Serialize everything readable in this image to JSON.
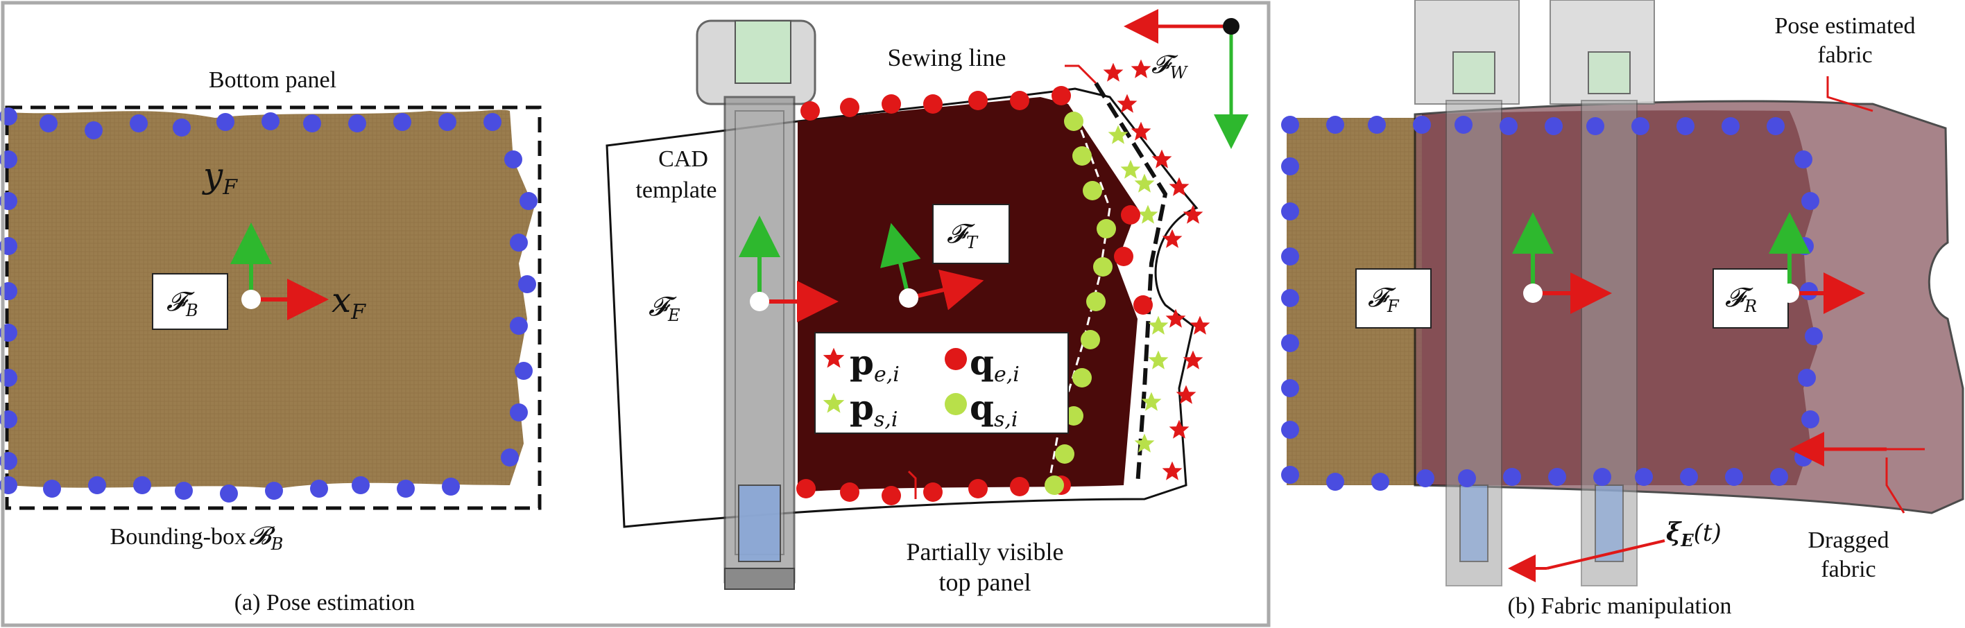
{
  "panel_a": {
    "top_label": "Bottom panel",
    "bottom_label": "Bounding-box",
    "bbox_symbol": "𝓑",
    "bbox_sub": "B",
    "y_label": "y",
    "y_sub": "F",
    "x_label": "x",
    "x_sub": "F",
    "frame_label": "𝓕",
    "frame_sub": "B",
    "caption": "(a) Pose estimation"
  },
  "panel_mid": {
    "sewing_line": "Sewing line",
    "cad_line1": "CAD",
    "cad_line2": "template",
    "frame_w": "𝓕",
    "frame_w_sub": "W",
    "frame_t": "𝓕",
    "frame_t_sub": "T",
    "frame_e": "𝓕",
    "frame_e_sub": "E",
    "partial_line1": "Partially visible",
    "partial_line2": "top panel",
    "legend": {
      "p": "p",
      "q": "q",
      "e_sub": "e,i",
      "s_sub": "s,i"
    }
  },
  "panel_b": {
    "pose_line1": "Pose estimated",
    "pose_line2": "fabric",
    "frame_f": "𝓕",
    "frame_f_sub": "F",
    "frame_r": "𝓕",
    "frame_r_sub": "R",
    "xi_label": "ξ",
    "xi_sub": "E",
    "xi_arg": "(t)",
    "dragged_line1": "Dragged",
    "dragged_line2": "fabric",
    "caption": "(b) Fabric manipulation"
  },
  "colors": {
    "fabric_tan": "#9a7d4e",
    "fabric_dark": "#4a0a0a",
    "fabric_pink": "#8a5a62",
    "blue_dot": "#4a4de0",
    "red": "#e01818",
    "green": "#2eb82e",
    "lime": "#b8e04a"
  }
}
